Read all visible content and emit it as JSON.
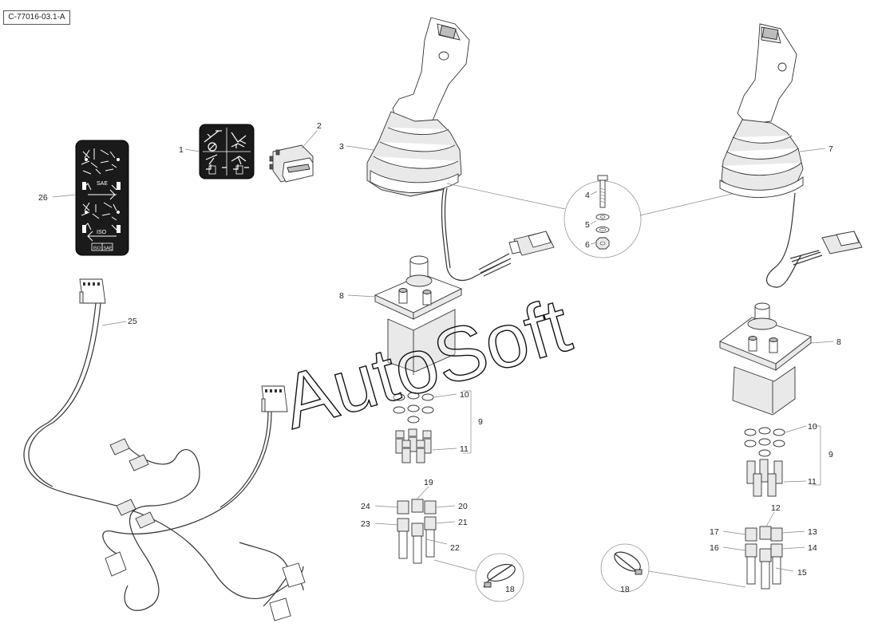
{
  "reference_code": "C-77016-03.1-A",
  "watermark": "AutoSoft",
  "decal_26": {
    "sae_label": "SAE",
    "iso_label": "ISO",
    "iso_box": "ISO",
    "sae_box": "SAE"
  },
  "callouts": {
    "c1": "1",
    "c2": "2",
    "c3": "3",
    "c4": "4",
    "c5": "5",
    "c6": "6",
    "c7": "7",
    "c8a": "8",
    "c8b": "8",
    "c9a": "9",
    "c9b": "9",
    "c10a": "10",
    "c10b": "10",
    "c11a": "11",
    "c11b": "11",
    "c12": "12",
    "c13": "13",
    "c14": "14",
    "c15": "15",
    "c16": "16",
    "c17": "17",
    "c18a": "18",
    "c18b": "18",
    "c19": "19",
    "c20": "20",
    "c21": "21",
    "c22": "22",
    "c23": "23",
    "c24": "24",
    "c25": "25",
    "c26": "26"
  },
  "colors": {
    "line": "#333333",
    "leader": "#888888",
    "decal_bg": "#1a1a1a",
    "watermark_stroke": "#111111"
  }
}
